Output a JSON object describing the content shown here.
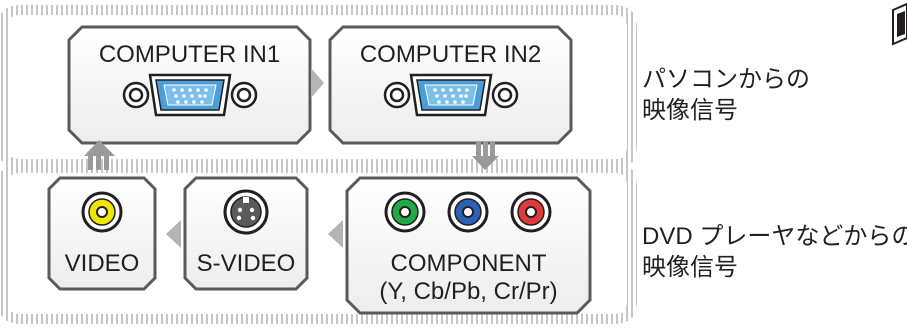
{
  "inputs": {
    "computer_in1": "COMPUTER IN1",
    "computer_in2": "COMPUTER IN2",
    "video": "VIDEO",
    "s_video": "S-VIDEO",
    "component_line1": "COMPONENT",
    "component_line2": "(Y, Cb/Pb, Cr/Pr)"
  },
  "descriptions": {
    "pc_line1": "パソコンからの",
    "pc_line2": "映像信号",
    "dvd_line1": "DVD プレーヤなどからの",
    "dvd_line2": "映像信号"
  },
  "colors": {
    "vga_blue": "#4a9fd8",
    "rca_yellow": "#f2e500",
    "rca_green": "#1faa4a",
    "rca_blue": "#2a62b8",
    "rca_red": "#e03a3a",
    "arrow_gray": "#b4b4b4",
    "box_border": "#5a5a5a"
  }
}
